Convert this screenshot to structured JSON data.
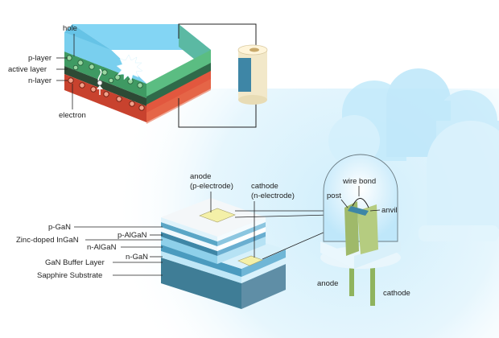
{
  "chip_labels": {
    "hole": "hole",
    "p_layer": "p-layer",
    "active_layer": "active layer",
    "n_layer": "n-layer",
    "electron": "electron"
  },
  "structure_labels": {
    "anode_line1": "anode",
    "anode_line2": "(p-electrode)",
    "cathode_line1": "cathode",
    "cathode_line2": "(n-electrode)",
    "p_gan": "p-GaN",
    "p_algan": "p-AlGaN",
    "zinc_ingan": "Zinc-doped InGaN",
    "n_algan": "n-AlGaN",
    "n_gan": "n-GaN",
    "gan_buffer": "GaN Buffer Layer",
    "sapphire": "Sapphire Substrate"
  },
  "led_labels": {
    "wire_bond": "wire bond",
    "post": "post",
    "anvil": "anvil",
    "anode": "anode",
    "cathode": "cathode"
  },
  "colors": {
    "sky_blue": "#7fd3f5",
    "p_layer_green": "#3f9a63",
    "n_layer_red": "#e2573e",
    "substrate_blue": "#5f8ea6",
    "post_green": "#9fb96a"
  }
}
